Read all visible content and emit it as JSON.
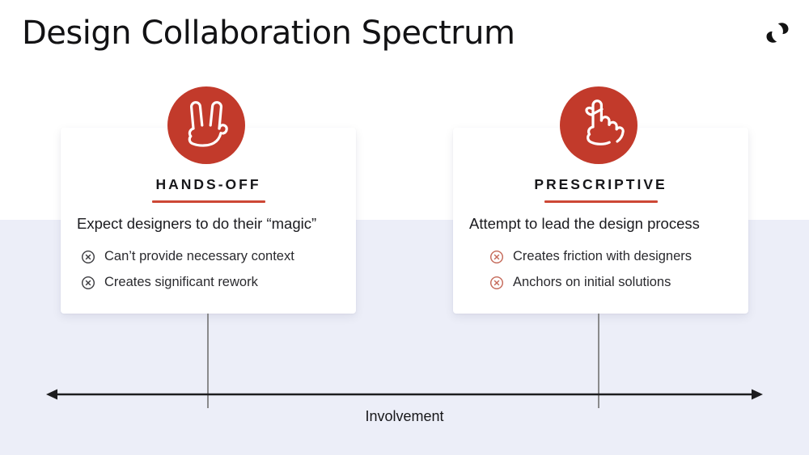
{
  "page": {
    "title": "Design Collaboration Spectrum",
    "bg_top": "#ffffff",
    "bg_bottom": "#eceef8"
  },
  "brand": {
    "mark": "brand-logo",
    "color": "#121212"
  },
  "cards": [
    {
      "heading": "HANDS-OFF",
      "icon": "victory-hand-icon",
      "icon_bg": "#c23a2b",
      "underline_color": "#cd4735",
      "subtitle": "Expect designers to do their “magic”",
      "bullets": [
        {
          "icon": "circle-x-icon",
          "icon_color": "#3e3e42",
          "text": "Can’t provide necessary context"
        },
        {
          "icon": "circle-x-icon",
          "icon_color": "#3e3e42",
          "text": "Creates significant rework"
        }
      ]
    },
    {
      "heading": "PRESCRIPTIVE",
      "icon": "reminder-finger-icon",
      "icon_bg": "#c23a2b",
      "underline_color": "#cd4735",
      "subtitle": "Attempt to lead the design process",
      "bullets": [
        {
          "icon": "circle-x-icon",
          "icon_color": "#c56a5a",
          "text": "Creates friction with designers"
        },
        {
          "icon": "circle-x-icon",
          "icon_color": "#c56a5a",
          "text": "Anchors on initial solutions"
        }
      ]
    }
  ],
  "axis": {
    "label": "Involvement",
    "line_color": "#1d1d1f",
    "tick_color": "#8a8a8c"
  }
}
